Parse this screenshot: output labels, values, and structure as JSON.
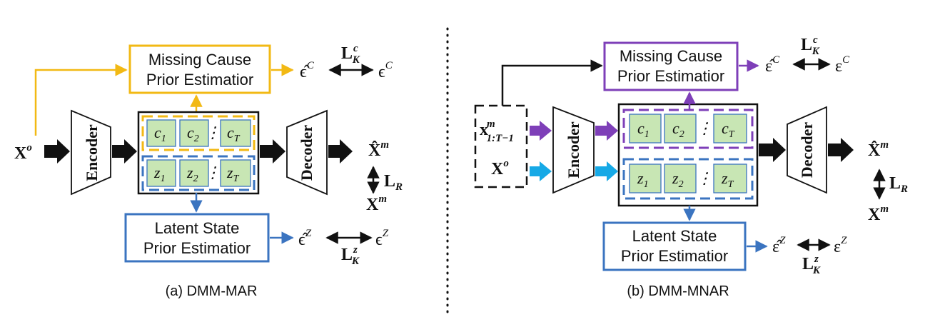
{
  "colors": {
    "mar_accent": "#F2B914",
    "mnar_accent": "#7E3FB8",
    "latent_accent": "#3B74C0",
    "cell_fill": "#C8E6B4",
    "cyan_arrow": "#16A9E6",
    "purple_arrow": "#7E3FB8"
  },
  "panel_a": {
    "caption": "(a) DMM-MAR",
    "input": "X",
    "input_sup": "o",
    "encoder": "Encoder",
    "decoder": "Decoder",
    "missing_cause_line1": "Missing Cause",
    "missing_cause_line2": "Prior Estimatior",
    "latent_line1": "Latent State",
    "latent_line2": "Prior Estimatior",
    "c_cells": [
      {
        "sym": "c",
        "sub": "1"
      },
      {
        "sym": "c",
        "sub": "2"
      },
      {
        "sym": "c",
        "sub": "T"
      }
    ],
    "z_cells": [
      {
        "sym": "z",
        "sub": "1"
      },
      {
        "sym": "z",
        "sub": "2"
      },
      {
        "sym": "z",
        "sub": "T"
      }
    ],
    "dots": "⋮",
    "xhat": "X̂",
    "xm": "X",
    "xm_sup": "m",
    "lr": "L",
    "lr_sub": "R",
    "eps_hat_c": "ϵ̂",
    "eps_c": "ϵ",
    "sup_c": "C",
    "lk": "L",
    "lk_sub": "K",
    "lk_sup_c": "c",
    "eps_hat_z": "ϵ̂",
    "eps_z": "ϵ",
    "sup_z": "Z",
    "lk_sup_z": "z"
  },
  "panel_b": {
    "caption": "(b) DMM-MNAR",
    "input_top": "x",
    "input_top_sup": "m",
    "input_top_sub": "1:T−1",
    "input_bottom": "X",
    "input_bottom_sup": "o",
    "encoder": "Encoder",
    "decoder": "Decoder",
    "missing_cause_line1": "Missing Cause",
    "missing_cause_line2": "Prior Estimatior",
    "latent_line1": "Latent State",
    "latent_line2": "Prior Estimatior",
    "c_cells": [
      {
        "sym": "c",
        "sub": "1"
      },
      {
        "sym": "c",
        "sub": "2"
      },
      {
        "sym": "c",
        "sub": "T"
      }
    ],
    "z_cells": [
      {
        "sym": "z",
        "sub": "1"
      },
      {
        "sym": "z",
        "sub": "2"
      },
      {
        "sym": "z",
        "sub": "T"
      }
    ],
    "dots": "⋮",
    "xhat": "X̂",
    "xm": "X",
    "xm_sup": "m",
    "lr": "L",
    "lr_sub": "R",
    "eps_hat_c": "ε̂",
    "eps_c": "ε",
    "sup_c": "C",
    "lk": "L",
    "lk_sub": "K",
    "lk_sup_c": "c",
    "eps_hat_z": "ε̂",
    "eps_z": "ε",
    "sup_z": "Z",
    "lk_sup_z": "z"
  }
}
